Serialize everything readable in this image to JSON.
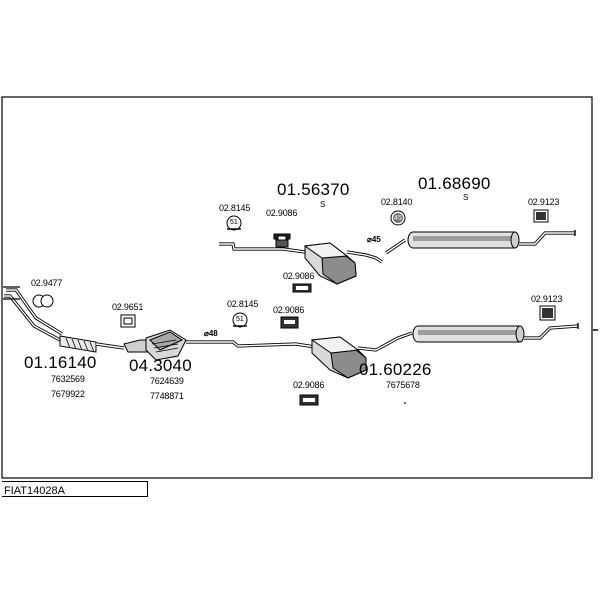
{
  "document_code": "FIAT14028A",
  "upper": {
    "part_a": "01.56370",
    "part_a_sub": "S",
    "part_b": "01.68690",
    "part_b_sub": "S",
    "clamp_1": "02.8145",
    "clamp_2": "02.9086",
    "clamp_3": "02.8140",
    "clamp_4": "02.9123",
    "clamp_5": "02.9086",
    "diameter": "⌀45",
    "badge_1": "51",
    "badge_2": "45"
  },
  "lower": {
    "part_front": "01.16140",
    "part_front_oe_1": "7632569",
    "part_front_oe_2": "7679922",
    "part_cat": "04.3040",
    "part_cat_oe_1": "7624639",
    "part_cat_oe_2": "7748871",
    "part_rear": "01.60226",
    "part_rear_oe": "7675678",
    "clamp_front": "02.9477",
    "clamp_cat": "02.9651",
    "clamp_mid_1": "02.8145",
    "clamp_mid_2": "02.9086",
    "clamp_rear": "02.9123",
    "clamp_under": "02.9086",
    "diameter": "⌀48",
    "badge_1": "51"
  }
}
